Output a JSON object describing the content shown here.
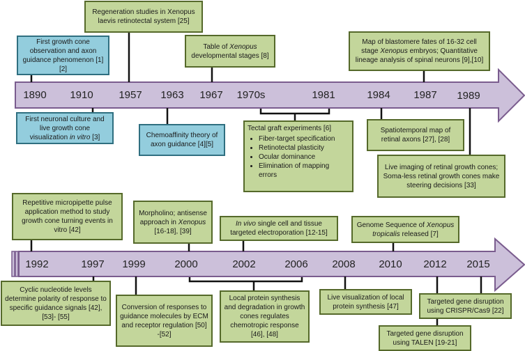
{
  "colors": {
    "green_fill": "#c3d69b",
    "green_border": "#55692a",
    "blue_fill": "#93cddd",
    "blue_border": "#2f6f80",
    "arrow_fill": "#ccc0da",
    "arrow_border": "#7a5c8e"
  },
  "top_timeline": {
    "years": [
      "1890",
      "1910",
      "1957",
      "1963",
      "1967",
      "1970s",
      "1981",
      "1984",
      "1987",
      "1989"
    ],
    "events": {
      "regeneration": "Regeneration studies  in Xenopus laevis retinotectal system [25]",
      "first_growth_cone": "First growth cone observation and axon guidance phenomenon [1][2]",
      "table_a": "Table of ",
      "table_i": "Xenopus",
      "table_b": " developmental stages [8]",
      "blastomere_a": "Map of blastomere fates of 16-32 cell stage ",
      "blastomere_i": "Xenopus",
      "blastomere_b": " embryos; Quantitative lineage analysis of spinal neurons [9],[10]",
      "neuronal_culture_a": "First neuronal culture and live growth cone visualization ",
      "neuronal_culture_i": "in vitro",
      "neuronal_culture_b": " [3]",
      "chemoaffinity": "Chemoaffinity theory of axon guidance [4][5]",
      "tectal_title": "Tectal graft experiments [6]",
      "tectal_items": [
        "Fiber-target specification",
        "Retinotectal plasticity",
        "Ocular dominance",
        "Elimination of mapping errors"
      ],
      "spatiotemporal": "Spatiotemporal map of retinal axons [27], [28]",
      "live_imaging": "Live imaging of retinal growth cones; Soma-less retinal growth cones make steering decisions [33]"
    }
  },
  "bottom_timeline": {
    "years": [
      "1992",
      "1997",
      "1999",
      "2000",
      "2002",
      "2006",
      "2008",
      "2010",
      "2012",
      "2015"
    ],
    "events": {
      "micropipette": "Repetitive micropipette pulse application method  to study growth cone turning events in vitro [42]",
      "morpholino_a": "Morpholino; antisense approach in ",
      "morpholino_i": "Xenopus",
      "morpholino_b": " [16-18], [39]",
      "invivo_i": "In vivo",
      "invivo_b": " single cell and tissue targeted electroporation [12-15]",
      "genome_a": "Genome Sequence of ",
      "genome_i": "Xenopus tropicalis",
      "genome_b": " released  [7]",
      "cyclic": "Cyclic nucleotide levels determine polarity of response to specific guidance signals [42], [53]- [55]",
      "conversion": "Conversion of responses to guidance molecules by ECM and receptor regulation [50] -[52]",
      "local_protein": "Local protein synthesis and degradation in growth cones regulates chemotropic response [46], [48]",
      "live_vis": "Live visualization of local protein synthesis [47]",
      "crispr": "Targeted gene disruption using CRISPR/Cas9 [22]",
      "talen": "Targeted gene disruption using TALEN [19-21]"
    }
  }
}
